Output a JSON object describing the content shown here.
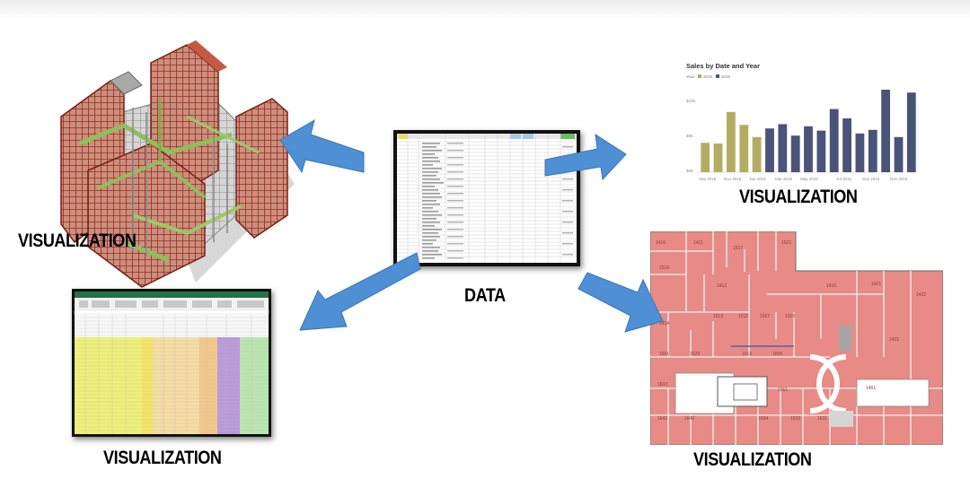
{
  "center": {
    "label": "DATA"
  },
  "labels": {
    "building": "VISUALIZATION",
    "chart": "VISUALIZATION",
    "spreadsheet": "VISUALIZATION",
    "floorplan": "VISUALIZATION"
  },
  "colors": {
    "arrow": "#4f8fd4",
    "arrow_stroke": "#3a76b8",
    "bar_gold": "#b3ad63",
    "bar_navy": "#4a5478",
    "floor_fill": "#e88a85",
    "building_red": "#b23a2a",
    "building_green": "#8fbf5a"
  },
  "chart_data": {
    "type": "bar",
    "title": "Sales by Date and Year",
    "legend": [
      "2015",
      "2016"
    ],
    "x_tick_labels": [
      "Sep 2015",
      "Nov 2015",
      "Jan 2016",
      "Mar 2016",
      "May 2016",
      "Jul 2016",
      "Sep 2016",
      "Nov 2016"
    ],
    "y_tick_labels": [
      "$10K",
      "$5K",
      "$0K"
    ],
    "series": [
      {
        "name": "2015",
        "values": [
          null,
          4,
          8.4,
          6.6,
          4.9,
          null,
          null,
          null,
          null,
          null,
          null,
          null,
          null,
          null,
          null,
          null,
          null
        ]
      },
      {
        "name": "2016",
        "values": [
          null,
          null,
          null,
          null,
          null,
          6.1,
          6.7,
          5.1,
          6.4,
          5.8,
          8.8,
          7.5,
          5.4,
          5.9,
          11.5,
          4.9,
          11.1
        ]
      }
    ],
    "categories": [
      "1",
      "2",
      "3",
      "4",
      "5",
      "6",
      "7",
      "8",
      "9",
      "10",
      "11",
      "12",
      "13",
      "14",
      "15",
      "16",
      "17"
    ],
    "first_bar_value": 4.1,
    "ylim": [
      0,
      12.5
    ]
  }
}
